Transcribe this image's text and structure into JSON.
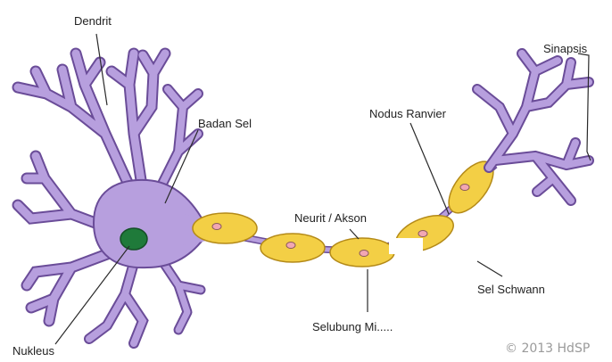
{
  "diagram": {
    "labels": {
      "dendrit": "Dendrit",
      "badan_sel": "Badan Sel",
      "nodus_ranvier": "Nodus Ranvier",
      "sinapsis": "Sinapsis",
      "neurit_akson": "Neurit / Akson",
      "sel_schwann": "Sel Schwann",
      "selubung_mielin": "Selubung Mi.....",
      "nukleus": "Nukleus"
    },
    "copyright": "© 2013 HdSP",
    "colors": {
      "cell_fill": "#b79fde",
      "cell_stroke": "#6a4c98",
      "myelin_fill": "#f3cf45",
      "myelin_stroke": "#b48a18",
      "nucleus": "#1f7a3a",
      "schwann_nucleus": "#f2a7b3",
      "leader_line": "#2a2a2a"
    }
  }
}
